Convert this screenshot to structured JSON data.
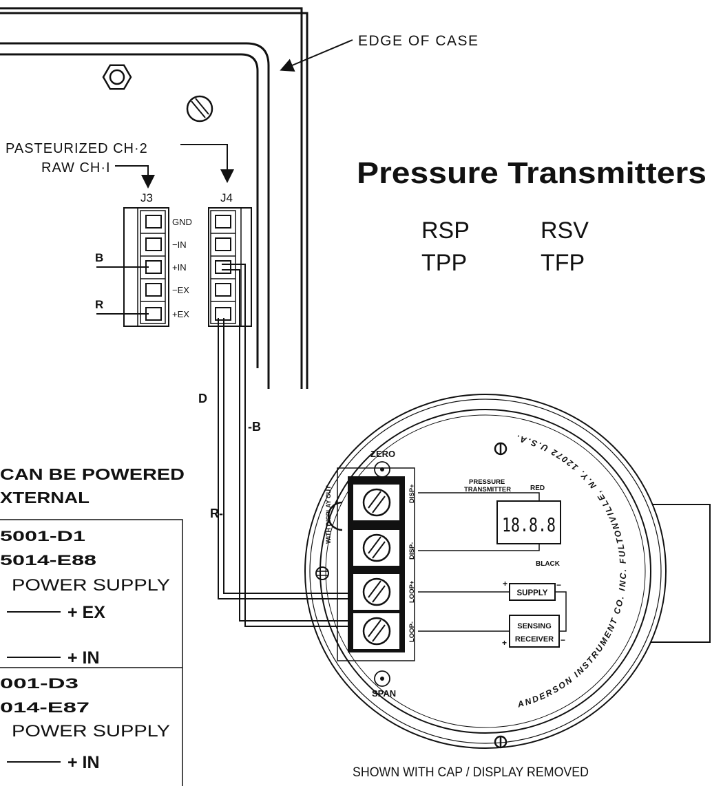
{
  "case": {
    "edge_label": "EDGE OF CASE"
  },
  "channels": {
    "ch2_label": "PASTEURIZED CH·2",
    "ch1_label": "RAW CH·I",
    "j3": "J3",
    "j4": "J4"
  },
  "terminals": [
    "GND",
    "−IN",
    "+IN",
    "−EX",
    "+EX"
  ],
  "wires": {
    "b": "B",
    "r": "R",
    "d": "D",
    "neg_b": "-B",
    "r_neg": "R-"
  },
  "title": "Pressure Transmitters",
  "models": [
    "RSP",
    "RSV",
    "TPP",
    "TFP"
  ],
  "power_note": {
    "line1": "CAN BE POWERED",
    "line2": "XTERNAL"
  },
  "table": [
    {
      "part1": "5001-D1",
      "part2": "5014-E88",
      "supply": "POWER SUPPLY",
      "connections": [
        "+ EX",
        "+ IN"
      ]
    },
    {
      "part1": "001-D3",
      "part2": "014-E87",
      "supply": "POWER SUPPLY",
      "connections": [
        "+ IN"
      ]
    }
  ],
  "transmitter": {
    "zero": "ZERO",
    "span": "SPAN",
    "name_line1": "PRESSURE",
    "name_line2": "TRANSMITTER",
    "display_cut": "WITH DISPLAY CUT",
    "terminal_labels": [
      "DISP+",
      "DISP-",
      "LOOP+",
      "LOOP-"
    ],
    "red": "RED",
    "black": "BLACK",
    "display_readout": "18.8.8",
    "supply": "SUPPLY",
    "receiver_line1": "SENSING",
    "receiver_line2": "RECEIVER",
    "plus": "+",
    "minus": "−",
    "maker_text": "ANDERSON INSTRUMENT CO. INC. FULTONVILLE, N.Y. 12072 U.S.A."
  },
  "caption": "SHOWN WITH CAP / DISPLAY REMOVED"
}
